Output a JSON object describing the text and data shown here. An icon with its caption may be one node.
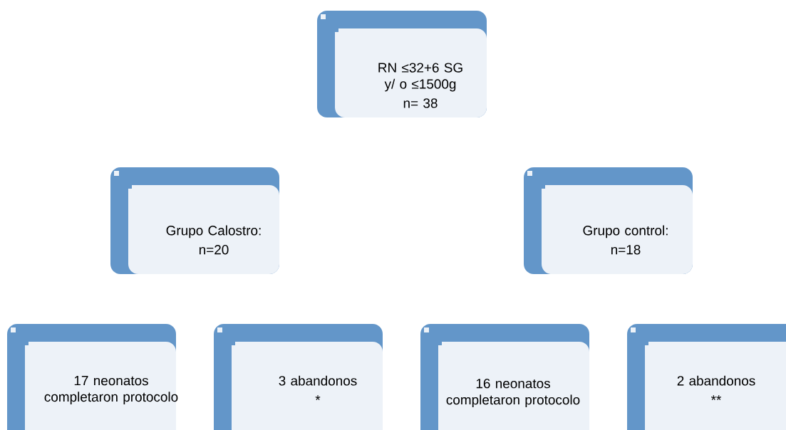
{
  "diagram": {
    "nodes": [
      {
        "text": [
          "RN ≤32+6 SG y/ o ≤1500g",
          "n= 38"
        ]
      },
      {
        "text": [
          "Grupo Calostro:",
          "n=20"
        ]
      },
      {
        "text": [
          "Grupo control:",
          "n=18"
        ]
      },
      {
        "text": [
          "17 neonatos completaron protocolo"
        ]
      },
      {
        "text": [
          "3 abandonos",
          "*"
        ]
      },
      {
        "text": [
          "16 neonatos completaron protocolo"
        ]
      },
      {
        "text": [
          "2 abandonos",
          "**"
        ]
      }
    ]
  }
}
